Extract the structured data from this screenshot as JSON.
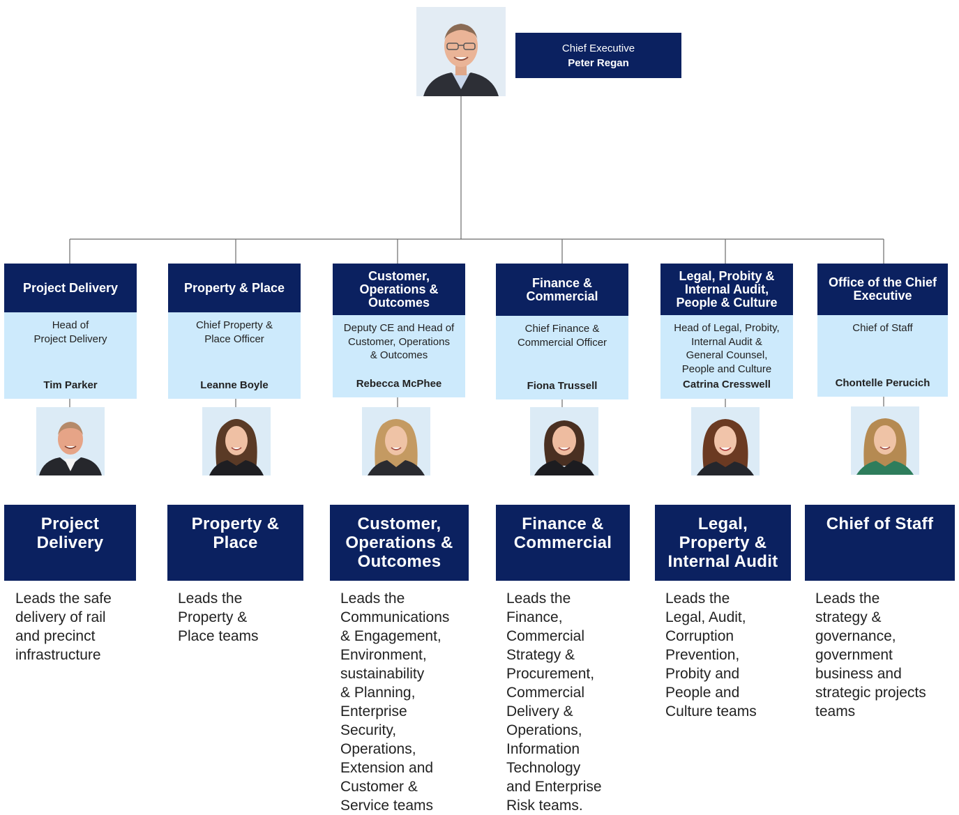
{
  "ceo": {
    "role": "Chief Executive",
    "name": "Peter Regan"
  },
  "executives": [
    {
      "unit": "Project Delivery",
      "role": "Head of\nProject Delivery",
      "name": "Tim Parker",
      "department": "Project\nDelivery",
      "description": "Leads the safe\ndelivery of rail\nand precinct\ninfrastructure"
    },
    {
      "unit": "Property & Place",
      "role": "Chief Property &\nPlace Officer",
      "name": "Leanne Boyle",
      "department": "Property &\nPlace",
      "description": "Leads the\nProperty &\nPlace teams"
    },
    {
      "unit": "Customer, Operations & Outcomes",
      "role": "Deputy CE and Head of\nCustomer, Operations\n& Outcomes",
      "name": "Rebecca McPhee",
      "department": "Customer,\nOperations &\nOutcomes",
      "description": "Leads the\nCommunications\n& Engagement,\nEnvironment,\nsustainability\n& Planning,\nEnterprise\nSecurity,\nOperations,\nExtension and\nCustomer &\nService teams"
    },
    {
      "unit": "Finance & Commercial",
      "role": "Chief Finance &\nCommercial Officer",
      "name": "Fiona Trussell",
      "department": "Finance &\nCommercial",
      "description": "Leads the\nFinance,\nCommercial\nStrategy &\nProcurement,\nCommercial\nDelivery &\nOperations,\nInformation\nTechnology\nand Enterprise\nRisk teams."
    },
    {
      "unit": "Legal, Probity & Internal Audit, People & Culture",
      "role": "Head of Legal, Probity,\nInternal Audit &\nGeneral Counsel,\nPeople and Culture",
      "name": "Catrina Cresswell",
      "department": "Legal,\nProperty &\nInternal Audit",
      "description": "Leads the\nLegal, Audit,\nCorruption\nPrevention,\nProbity and\nPeople and\nCulture teams"
    },
    {
      "unit": "Office of the Chief Executive",
      "role": "Chief of Staff",
      "name": "Chontelle Perucich",
      "department": "Chief of Staff",
      "description": "Leads the\nstrategy &\ngovernance,\ngovernment\nbusiness and\nstrategic projects\nteams"
    }
  ],
  "colors": {
    "navy": "#0b2160",
    "light_blue": "#cdeafc",
    "connector": "#6b6b6b"
  }
}
